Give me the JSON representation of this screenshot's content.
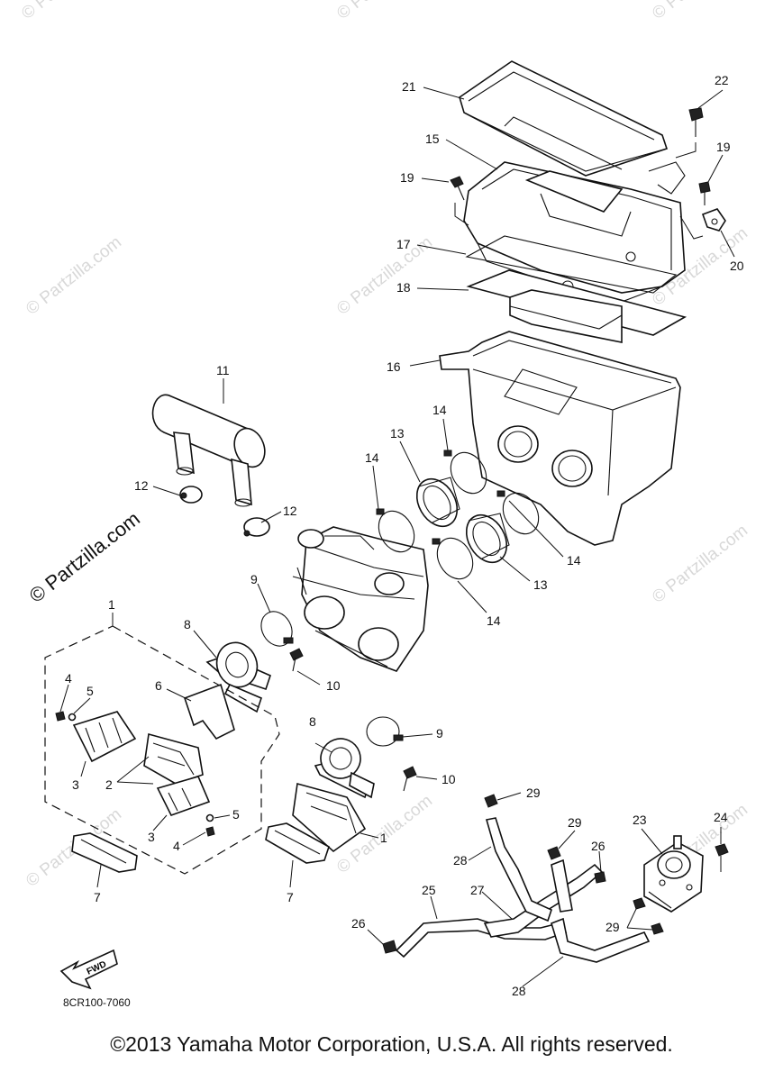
{
  "watermark": "© Partzilla.com",
  "diagram_code": "8CR100-7060",
  "fwd_label": "FWD",
  "copyright": "©2013 Yamaha Motor Corporation, U.S.A. All rights reserved.",
  "callouts": {
    "c1a": "1",
    "c1b": "1",
    "c3a": "3",
    "c3b": "3",
    "c2": "2",
    "c4a": "4",
    "c4b": "4",
    "c5a": "5",
    "c5b": "5",
    "c6": "6",
    "c7a": "7",
    "c7b": "7",
    "c8a": "8",
    "c8b": "8",
    "c9a": "9",
    "c9b": "9",
    "c10a": "10",
    "c10b": "10",
    "c11": "11",
    "c12a": "12",
    "c12b": "12",
    "c13a": "13",
    "c13b": "13",
    "c14a": "14",
    "c14b": "14",
    "c14c": "14",
    "c14d": "14",
    "c15": "15",
    "c16": "16",
    "c17": "17",
    "c18": "18",
    "c19a": "19",
    "c19b": "19",
    "c20": "20",
    "c21": "21",
    "c22": "22",
    "c23": "23",
    "c24": "24",
    "c25": "25",
    "c26a": "26",
    "c26b": "26",
    "c27": "27",
    "c28a": "28",
    "c28b": "28",
    "c29a": "29",
    "c29b": "29",
    "c29c": "29"
  }
}
